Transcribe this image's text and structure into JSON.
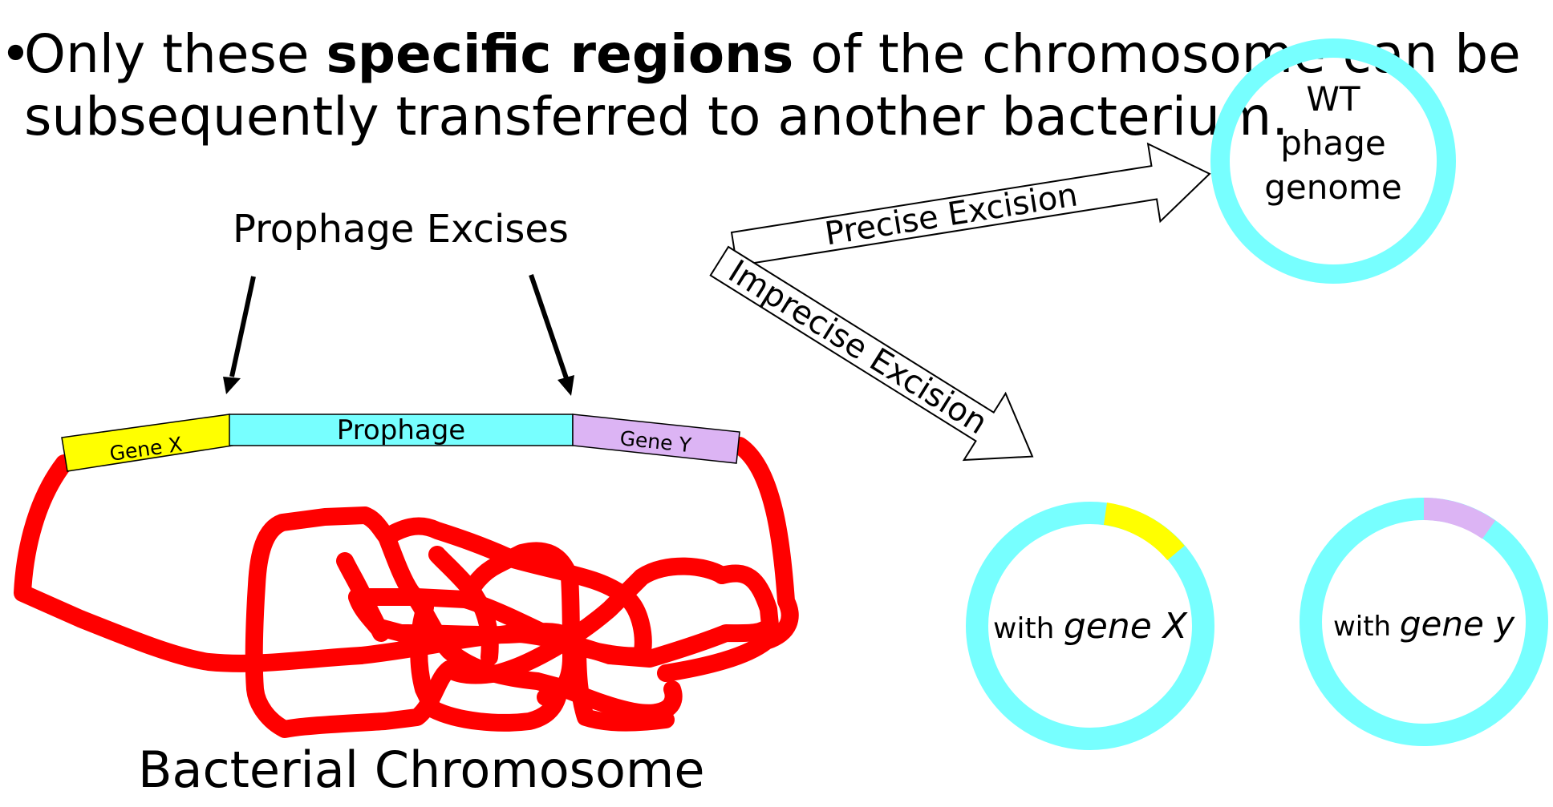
{
  "bullet": {
    "symbol": "•",
    "line1_before": "Only these ",
    "line1_bold": "specific regions",
    "line1_after": " of the chromosome can be",
    "line2": "subsequently transferred to another bacterium."
  },
  "left": {
    "title": "Prophage  Excises",
    "segments": [
      {
        "label": "Gene X",
        "color": "#ffff00"
      },
      {
        "label": "Prophage",
        "color": "#77ffff"
      },
      {
        "label": "Gene Y",
        "color": "#dcb4f4"
      }
    ],
    "chromosome_label": "Bacterial Chromosome",
    "chromosome_color": "#ff0000"
  },
  "arrows": {
    "precise": "Precise  Excision",
    "imprecise": "Imprecise  Excision"
  },
  "circles": {
    "ring_color": "#77ffff",
    "wt": {
      "line1": "WT",
      "line2": "phage",
      "line3": "genome"
    },
    "with_x": {
      "prefix": "with ",
      "gene": "gene X",
      "insert_color": "#ffff00"
    },
    "with_y": {
      "prefix": "with ",
      "gene": "gene y",
      "insert_color": "#dcb4f4"
    }
  }
}
